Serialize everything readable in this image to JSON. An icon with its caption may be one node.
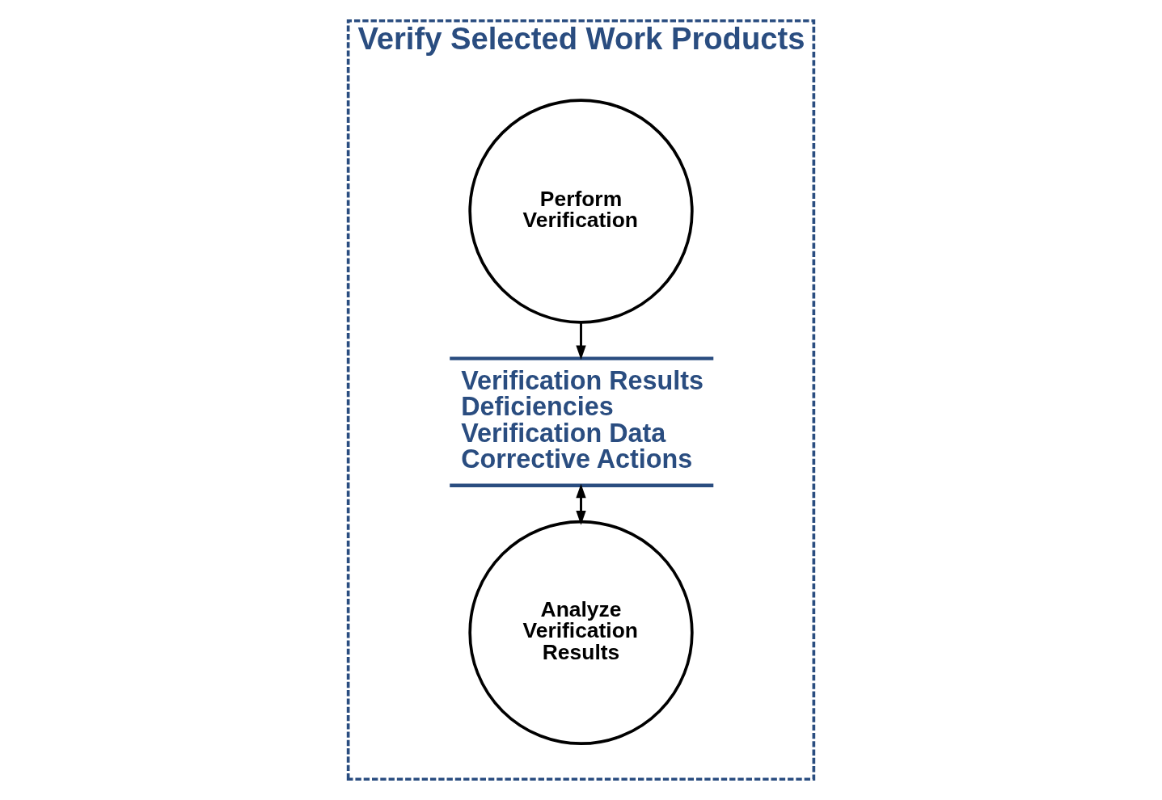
{
  "diagram": {
    "nodes": [
      {
        "text": [
          "Verify Selected Work Products"
        ]
      },
      {
        "text": [
          "Perform Verification"
        ],
        "in": 0
      },
      {
        "text": [
          "Verification Results",
          "Deficiencies",
          "Verification Data",
          "Corrective Actions"
        ],
        "in": 0
      },
      {
        "text": [
          "Analyze Verification Results"
        ],
        "in": 0
      }
    ],
    "edges": [
      {
        "from": 1,
        "to": 2,
        "arrow": "to"
      },
      {
        "from": 2,
        "to": 3,
        "arrow": "both"
      }
    ]
  }
}
